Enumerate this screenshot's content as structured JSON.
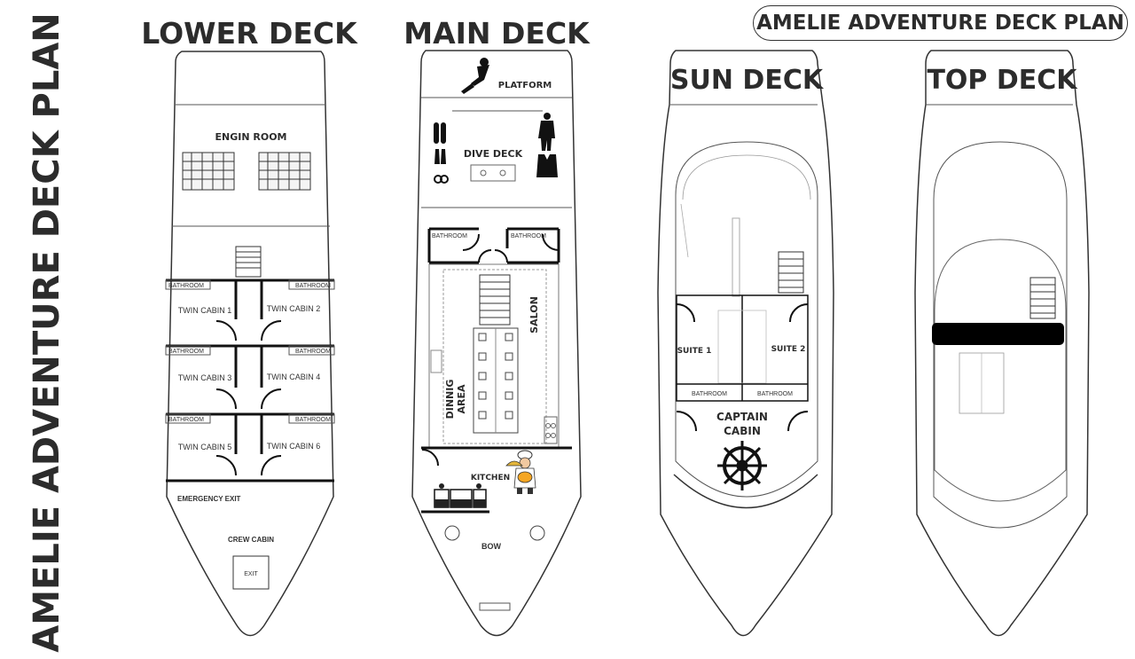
{
  "side_title": "AMELIE ADVENTURE DECK PLAN",
  "badge_title": "AMELIE ADVENTURE DECK PLAN",
  "lower_deck": {
    "title": "LOWER DECK",
    "engine_room": "ENGIN ROOM",
    "bathroom": "BATHROOM",
    "cabins": [
      "TWIN CABIN 1",
      "TWIN CABIN 2",
      "TWIN CABIN 3",
      "TWIN CABIN 4",
      "TWIN CABIN 5",
      "TWIN CABIN 6"
    ],
    "emergency_exit": "EMERGENCY EXIT",
    "crew_cabin": "CREW CABIN",
    "exit": "EXIT"
  },
  "main_deck": {
    "title": "MAIN DECK",
    "platform": "PLATFORM",
    "dive_deck": "DIVE DECK",
    "bathroom": "BATHROOM",
    "salon": "SALON",
    "dining_line1": "DINNIG",
    "dining_line2": "AREA",
    "kitchen": "KITCHEN",
    "bow": "BOW"
  },
  "sun_deck": {
    "title": "SUN DECK",
    "suite1": "SUITE 1",
    "suite2": "SUITE 2",
    "bathroom": "BATHROOM",
    "captain_line1": "CAPTAIN",
    "captain_line2": "CABIN"
  },
  "top_deck": {
    "title": "TOP DECK"
  },
  "icons": [
    "diver-icon",
    "wetsuit-icon",
    "air-tank-icon",
    "fins-icon",
    "bcd-vest-icon",
    "mask-icon",
    "engine-icon",
    "chef-icon",
    "stove-icon",
    "ship-wheel-icon",
    "stairs-icon"
  ]
}
